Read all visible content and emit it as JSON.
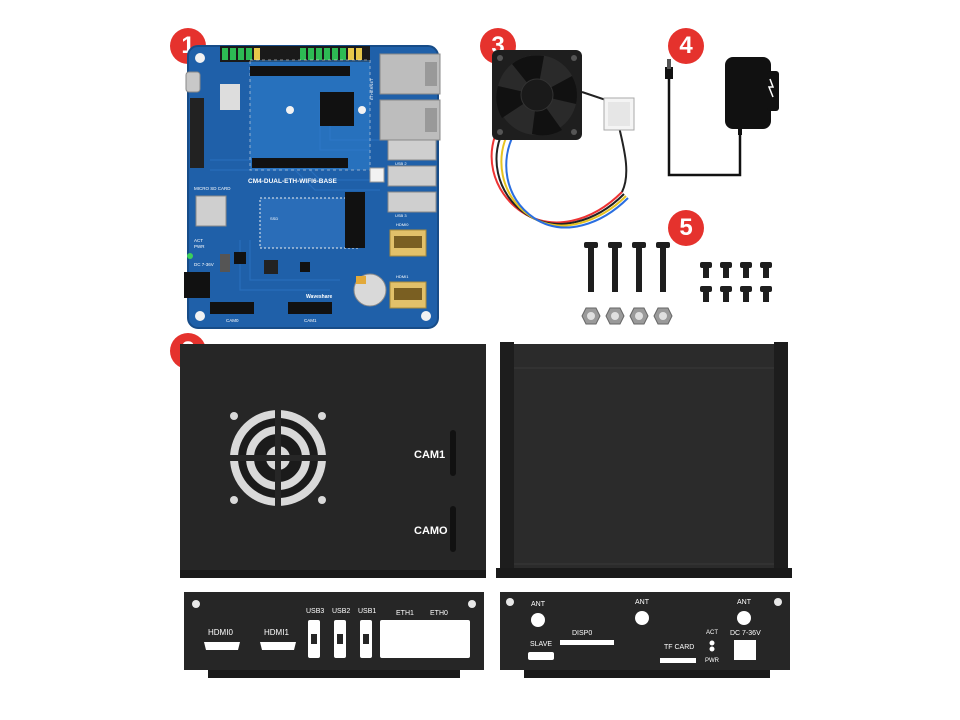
{
  "badges": [
    "1",
    "2",
    "3",
    "4",
    "5"
  ],
  "board": {
    "name": "CM4-DUAL-ETH-WIFI6-BASE",
    "silk": {
      "micro_sd": "MICRO SD CARD",
      "act": "ACT",
      "pwr": "PWR",
      "dc": "DC 7-36V",
      "usb2": "USB 2",
      "usb3": "USB 3",
      "hdmi0": "HDMI0",
      "hdmi1": "HDMI1",
      "cam0": "CAM0",
      "cam1": "CAM1",
      "ethernet": "ETHERNET",
      "ssd": "SSD",
      "brand": "Waveshare"
    }
  },
  "case_top": {
    "cam1": "CAM1",
    "cam0": "CAMO"
  },
  "front_panel": {
    "ports": [
      "HDMI0",
      "HDMI1",
      "USB3",
      "USB2",
      "USB1",
      "ETH1",
      "ETH0"
    ]
  },
  "back_panel": {
    "ant_left": "ANT",
    "ant_mid": "ANT",
    "ant_right": "ANT",
    "disp0": "DISP0",
    "slave": "SLAVE",
    "tf_card": "TF CARD",
    "act": "ACT",
    "pwr": "PWR",
    "dc": "DC 7-36V"
  },
  "colors": {
    "badge": "#e5322d",
    "pcb": "#1e5fa8",
    "case": "#262626"
  }
}
